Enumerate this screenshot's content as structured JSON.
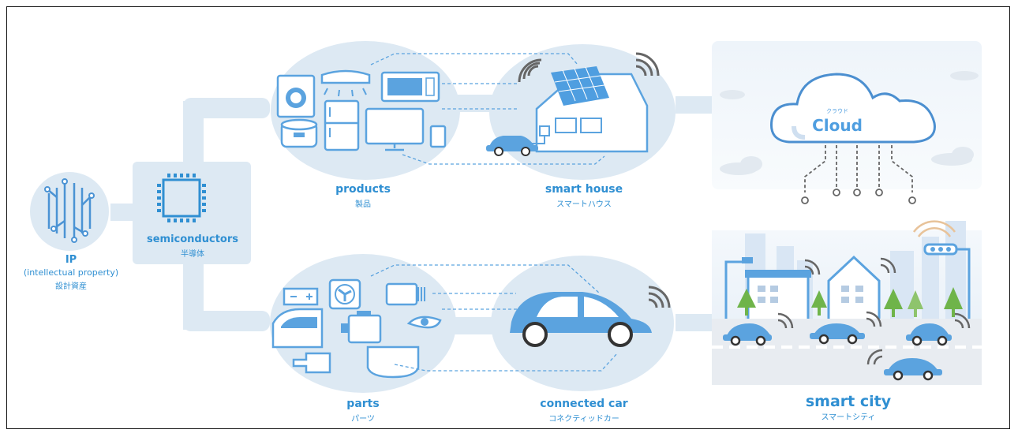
{
  "diagram": {
    "nodes": {
      "ip": {
        "title": "IP",
        "subtitle": "(intellectual property)",
        "ja": "設計資産"
      },
      "semiconductors": {
        "title": "semiconductors",
        "ja": "半導体"
      },
      "products": {
        "title": "products",
        "ja": "製品"
      },
      "smart_house": {
        "title": "smart house",
        "ja": "スマートハウス"
      },
      "parts": {
        "title": "parts",
        "ja": "パーツ"
      },
      "connected_car": {
        "title": "connected car",
        "ja": "コネクティッドカー"
      },
      "cloud": {
        "title": "Cloud",
        "ja": "クラウド"
      },
      "smart_city": {
        "title": "smart city",
        "ja": "スマートシティ"
      }
    },
    "colors": {
      "accent": "#2f8fd2",
      "pale": "#dde9f3",
      "icon_blue": "#5ba3df",
      "outline": "#3d8cd0"
    }
  }
}
